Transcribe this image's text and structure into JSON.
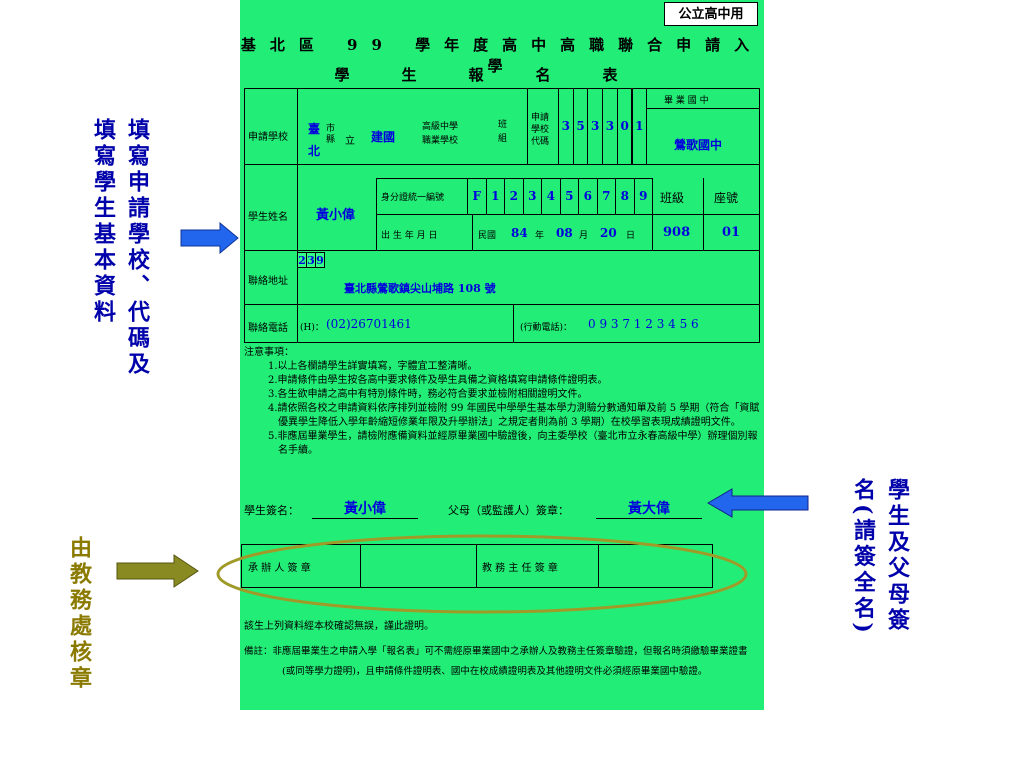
{
  "form": {
    "tag": "公立高中用",
    "title_line1": "基北區 99 學年度高中高職聯合申請入學",
    "title_line2": "學生報名表",
    "labels": {
      "school": "申請學校",
      "county_top": "臺",
      "county_bottom": "北",
      "city_options": "市\n縣",
      "li": "立",
      "school_type": "高級中學\n職業學校",
      "class_group": "班\n組",
      "code_label": "申請\n學校\n代碼",
      "grad_school_label": "畢 業 國 中",
      "student_name": "學生姓名",
      "id_number": "身分證統一編號",
      "birth": "出 生 年 月 日",
      "minguo": "民國",
      "year": "年",
      "month": "月",
      "day": "日",
      "class_no": "班級",
      "seat_no": "座號",
      "address": "聯絡地址",
      "phone": "聯絡電話",
      "home_prefix": "(H)：",
      "mobile_prefix": "(行動電話)："
    },
    "values": {
      "school_name": "建國",
      "code_digits": [
        "3",
        "5",
        "3",
        "3",
        "0",
        "1"
      ],
      "grad_school": "鶯歌國中",
      "student_name": "黃小偉",
      "id_chars": [
        "F",
        "1",
        "2",
        "3",
        "4",
        "5",
        "6",
        "7",
        "8",
        "9"
      ],
      "birth_year": "84",
      "birth_month": "08",
      "birth_day": "20",
      "class_no": "908",
      "seat_no": "01",
      "zip": [
        "2",
        "3",
        "9"
      ],
      "address": "臺北縣鶯歌鎮尖山埔路 108 號",
      "home_phone": "(02)26701461",
      "mobile": "0 9 3 7 1 2 3 4 5 6"
    },
    "notes_title": "注意事項：",
    "notes": [
      "1.以上各欄請學生詳實填寫，字體宜工整清晰。",
      "2.申請條件由學生按各高中要求條件及學生具備之資格填寫申請條件證明表。",
      "3.各生欲申請之高中有特別條件時，務必符合要求並檢附相關證明文件。",
      "4.請依照各校之申請資料依序排列並檢附 99 年國民中學學生基本學力測驗分數通知單及前 5 學期（符合「資賦優異學生降低入學年齡縮短修業年限及升學辦法」之規定者則為前 3 學期）在校學習表現成績證明文件。",
      "5.非應屆畢業學生，請檢附應備資料並經原畢業國中驗證後，向主委學校（臺北市立永春高級中學）辦理個別報名手續。"
    ],
    "signature": {
      "student_label": "學生簽名：",
      "student_value": "黃小偉",
      "parent_label": "父母（或監護人）簽章：",
      "parent_value": "黃大偉"
    },
    "approval": {
      "handler": "承 辦 人 簽 章",
      "director": "教 務 主 任 簽 章"
    },
    "confirm": "該生上列資料經本校確認無誤，謹此證明。",
    "remark": "備註：非應屆畢業生之申請入學「報名表」可不需經原畢業國中之承辦人及教務主任簽章驗證，但報名時須繳驗畢業證書(或同等學力證明)，且申請條件證明表、國中在校成績證明表及其他證明文件必須經原畢業國中驗證。"
  },
  "annotations": {
    "left_top": "填寫申請學校、代碼及填寫學生基本資料",
    "right": "學生及父母簽名(請簽全名)",
    "left_bottom": "由教務處核章"
  },
  "colors": {
    "form_bg": "#22ee77",
    "arrow_blue": "#2266ee",
    "arrow_olive": "#8a8a22",
    "annotation_blue": "#0000aa",
    "annotation_olive": "#8a7a00"
  }
}
